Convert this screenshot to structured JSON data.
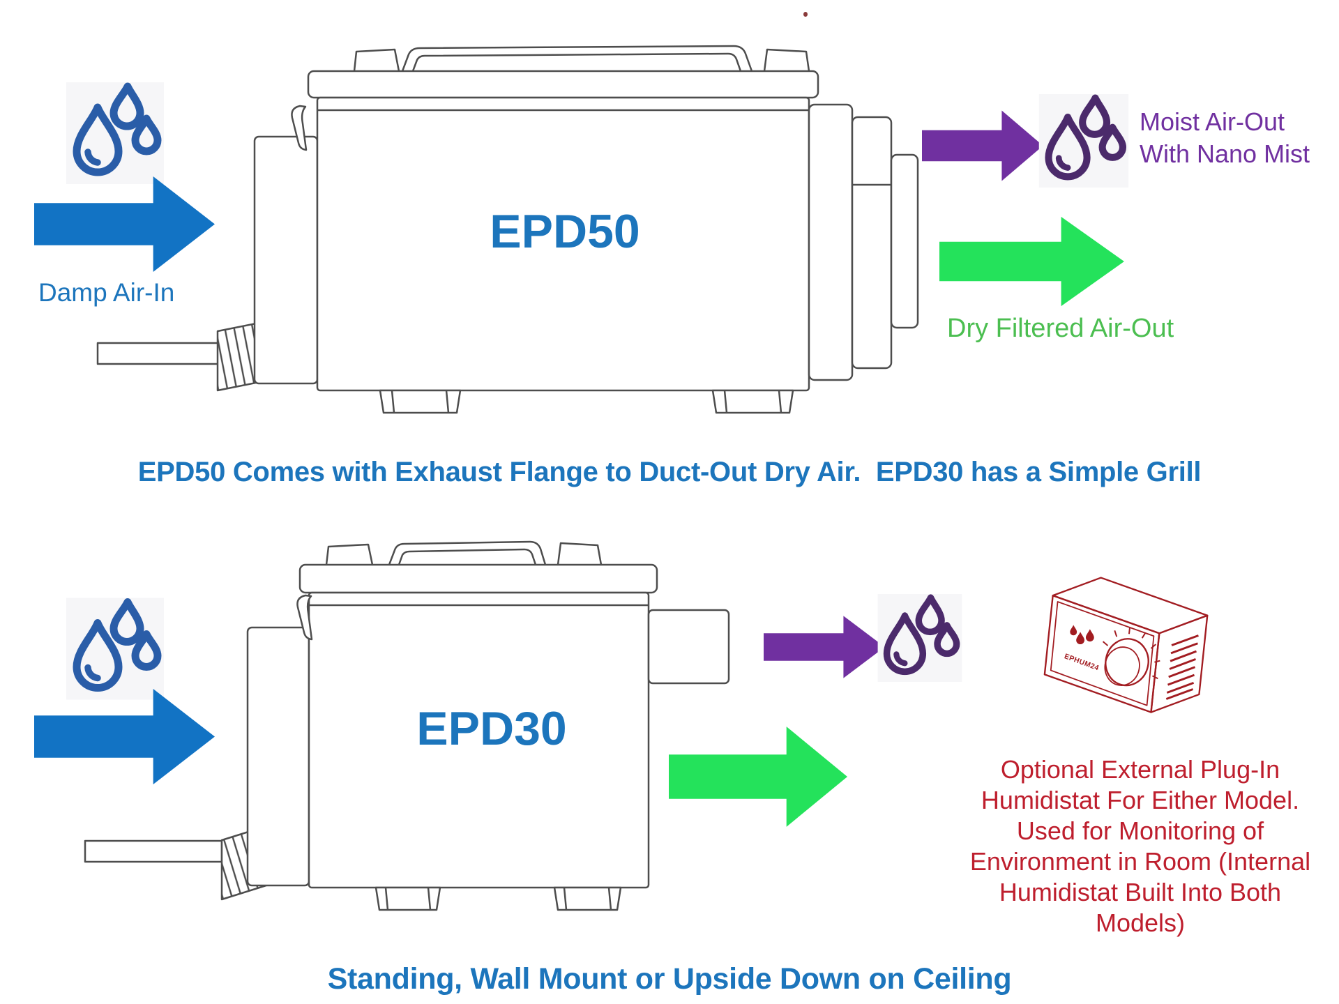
{
  "colors": {
    "blue_text": "#1C75BC",
    "blue_arrow": "#1273C4",
    "blue_icon": "#2A5DA8",
    "purple_text": "#7030A0",
    "purple_arrow": "#7030A0",
    "purple_icon": "#4B2A6B",
    "green_arrow": "#24E25B",
    "green_text": "#4BBE50",
    "red_text": "#BE1E2D",
    "red_line": "#A21C21",
    "device_line": "#4D4D4D",
    "icon_bg": "#F6F6F8"
  },
  "top_section": {
    "damp_label": "Damp Air-In",
    "device_label": "EPD50",
    "moist_label": "Moist Air-Out\nWith Nano Mist",
    "dry_label": "Dry Filtered Air-Out"
  },
  "mid_caption": "EPD50 Comes with Exhaust Flange to Duct-Out Dry Air.  EPD30 has a Simple Grill",
  "bottom_section": {
    "device_label": "EPD30",
    "humidistat_model": "EPHUM24",
    "humidistat_note": "Optional External Plug-In\nHumidistat For Either Model.\nUsed for Monitoring of\nEnvironment in Room (Internal\nHumidistat Built Into Both\nModels)",
    "caption": "Standing, Wall Mount or Upside Down on Ceiling"
  }
}
